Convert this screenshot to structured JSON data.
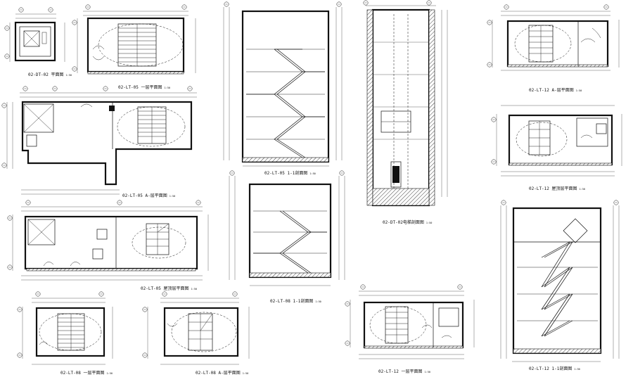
{
  "drawings": [
    {
      "id": "dt02-plan",
      "caption": "02-DT-02 平面图"
    },
    {
      "id": "lt05-plan-a",
      "caption": "02-LT-05 一层平面图"
    },
    {
      "id": "lt05-plan-b",
      "caption": "02-LT-05 A-层平面图"
    },
    {
      "id": "lt05-plan-c",
      "caption": "02-LT-05 屋顶层平面图"
    },
    {
      "id": "lt05-section",
      "caption": "02-LT-05 1-1剖面图"
    },
    {
      "id": "dt02-section",
      "caption": "02-DT-02电梯剖面图"
    },
    {
      "id": "lt08-section",
      "caption": "02-LT-08 1-1剖面图"
    },
    {
      "id": "lt08-plan-a",
      "caption": "02-LT-08 一层平面图"
    },
    {
      "id": "lt08-plan-b",
      "caption": "02-LT-08 A-层平面图"
    },
    {
      "id": "lt12-plan-a",
      "caption": "02-LT-12 A-层平面图"
    },
    {
      "id": "lt12-plan-b",
      "caption": "02-LT-12 屋顶层平面图"
    },
    {
      "id": "lt12-section",
      "caption": "02-LT-12 1-1剖面图"
    },
    {
      "id": "lt12-plan-c",
      "caption": "02-LT-12 一层平面图"
    }
  ],
  "scale_note": "1:50"
}
